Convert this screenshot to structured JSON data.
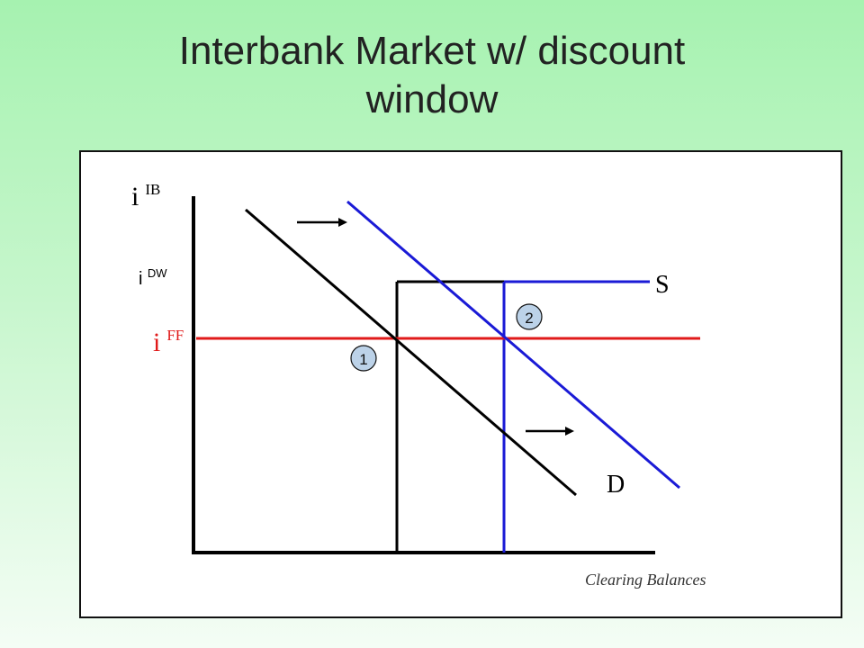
{
  "slide": {
    "title_line1": "Interbank Market w/ discount",
    "title_line2": "window"
  },
  "diagram": {
    "y_axis_label": {
      "base": "i",
      "sup": "IB"
    },
    "dw_label": {
      "base": "i",
      "sup": "DW"
    },
    "ff_label": {
      "base": "i",
      "sup": "FF"
    },
    "supply_label": "S",
    "demand_label": "D",
    "x_axis_label": "Clearing Balances",
    "point_1": "1",
    "point_2": "2",
    "colors": {
      "axis": "#000000",
      "demand_old": "#000000",
      "demand_new": "#1a1ad6",
      "supply_new": "#1a1ad6",
      "ff_rate": "#e01a1a",
      "point_fill": "#bcd2e8"
    }
  }
}
